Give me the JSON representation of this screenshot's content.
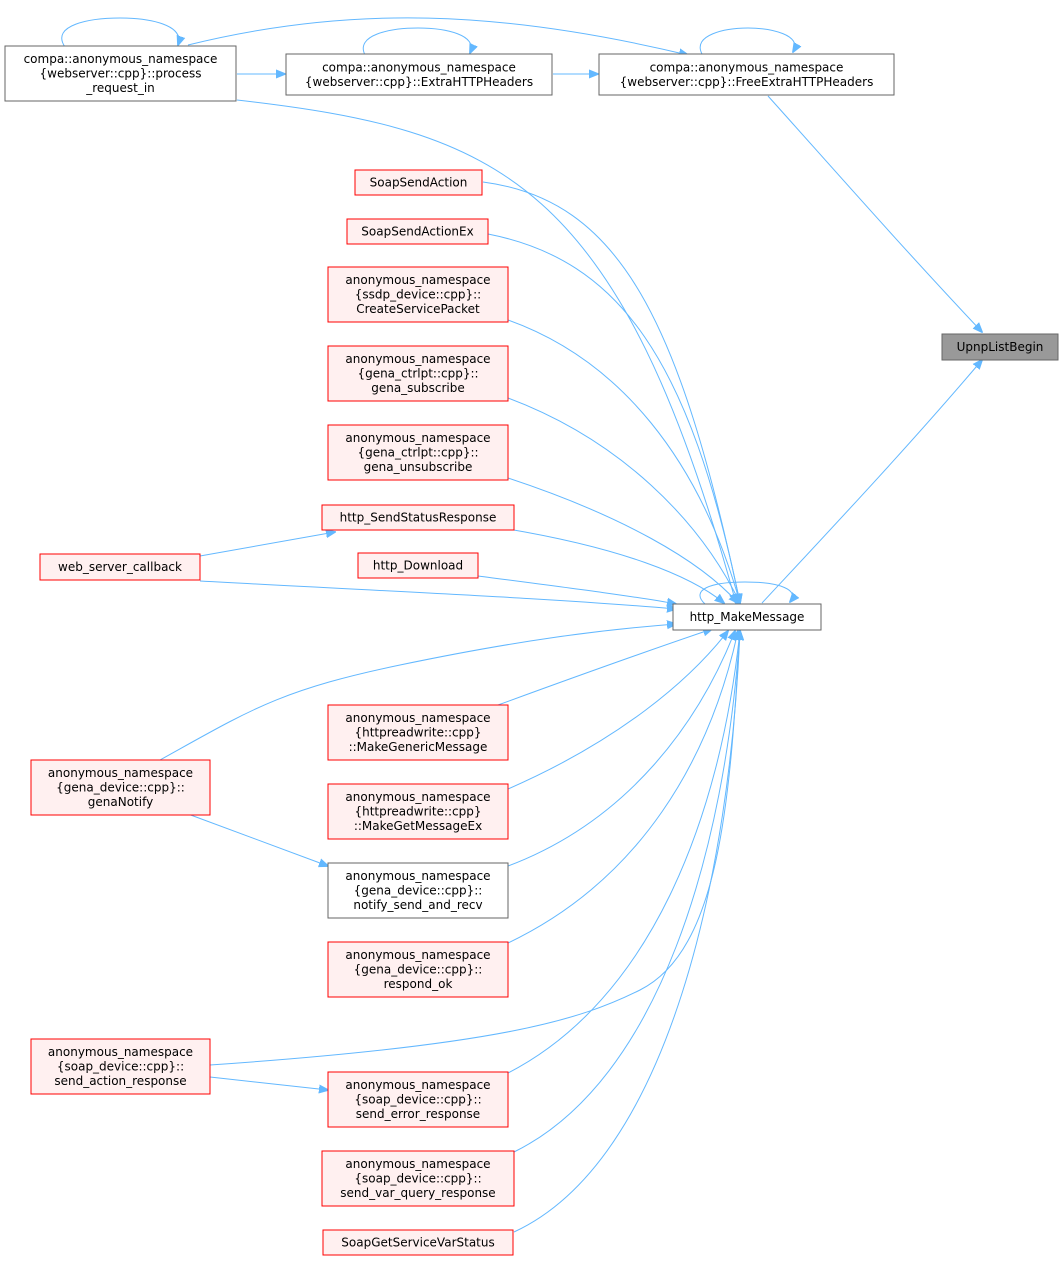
{
  "colors": {
    "edge": "#63b8ff",
    "grey_fill": "#ffffff",
    "grey_stroke": "#666666",
    "red_fill": "#fff0f0",
    "red_stroke": "#ff0000",
    "focus_fill": "#999999",
    "focus_stroke": "#666666"
  },
  "nodes": {
    "upnp_list_begin": {
      "lines": [
        "UpnpListBegin"
      ],
      "style": "focus"
    },
    "free_extra_http_headers": {
      "lines": [
        "compa::anonymous_namespace",
        "{webserver::cpp}::FreeExtraHTTPHeaders"
      ],
      "style": "grey"
    },
    "extra_http_headers": {
      "lines": [
        "compa::anonymous_namespace",
        "{webserver::cpp}::ExtraHTTPHeaders"
      ],
      "style": "grey"
    },
    "process_request_in": {
      "lines": [
        "compa::anonymous_namespace",
        "{webserver::cpp}::process",
        "_request_in"
      ],
      "style": "grey"
    },
    "http_make_message": {
      "lines": [
        "http_MakeMessage"
      ],
      "style": "grey"
    },
    "soap_send_action": {
      "lines": [
        "SoapSendAction"
      ],
      "style": "red"
    },
    "soap_send_action_ex": {
      "lines": [
        "SoapSendActionEx"
      ],
      "style": "red"
    },
    "create_service_packet": {
      "lines": [
        "anonymous_namespace",
        "{ssdp_device::cpp}::",
        "CreateServicePacket"
      ],
      "style": "red"
    },
    "gena_subscribe": {
      "lines": [
        "anonymous_namespace",
        "{gena_ctrlpt::cpp}::",
        "gena_subscribe"
      ],
      "style": "red"
    },
    "gena_unsubscribe": {
      "lines": [
        "anonymous_namespace",
        "{gena_ctrlpt::cpp}::",
        "gena_unsubscribe"
      ],
      "style": "red"
    },
    "http_send_status_response": {
      "lines": [
        "http_SendStatusResponse"
      ],
      "style": "red"
    },
    "web_server_callback": {
      "lines": [
        "web_server_callback"
      ],
      "style": "red"
    },
    "http_download": {
      "lines": [
        "http_Download"
      ],
      "style": "red"
    },
    "make_generic_message": {
      "lines": [
        "anonymous_namespace",
        "{httpreadwrite::cpp}",
        "::MakeGenericMessage"
      ],
      "style": "red"
    },
    "gena_notify": {
      "lines": [
        "anonymous_namespace",
        "{gena_device::cpp}::",
        "genaNotify"
      ],
      "style": "red"
    },
    "make_get_message_ex": {
      "lines": [
        "anonymous_namespace",
        "{httpreadwrite::cpp}",
        "::MakeGetMessageEx"
      ],
      "style": "red"
    },
    "notify_send_and_recv": {
      "lines": [
        "anonymous_namespace",
        "{gena_device::cpp}::",
        "notify_send_and_recv"
      ],
      "style": "grey"
    },
    "respond_ok": {
      "lines": [
        "anonymous_namespace",
        "{gena_device::cpp}::",
        "respond_ok"
      ],
      "style": "red"
    },
    "send_action_response": {
      "lines": [
        "anonymous_namespace",
        "{soap_device::cpp}::",
        "send_action_response"
      ],
      "style": "red"
    },
    "send_error_response": {
      "lines": [
        "anonymous_namespace",
        "{soap_device::cpp}::",
        "send_error_response"
      ],
      "style": "red"
    },
    "send_var_query_response": {
      "lines": [
        "anonymous_namespace",
        "{soap_device::cpp}::",
        "send_var_query_response"
      ],
      "style": "red"
    },
    "soap_get_service_var_status": {
      "lines": [
        "SoapGetServiceVarStatus"
      ],
      "style": "red"
    }
  },
  "edges": [
    [
      "process_request_in",
      "process_request_in"
    ],
    [
      "process_request_in",
      "free_extra_http_headers"
    ],
    [
      "process_request_in",
      "extra_http_headers"
    ],
    [
      "process_request_in",
      "http_make_message"
    ],
    [
      "extra_http_headers",
      "extra_http_headers"
    ],
    [
      "extra_http_headers",
      "free_extra_http_headers"
    ],
    [
      "free_extra_http_headers",
      "free_extra_http_headers"
    ],
    [
      "free_extra_http_headers",
      "upnp_list_begin"
    ],
    [
      "http_make_message",
      "upnp_list_begin"
    ],
    [
      "http_make_message",
      "http_make_message"
    ],
    [
      "soap_send_action",
      "http_make_message"
    ],
    [
      "soap_send_action_ex",
      "http_make_message"
    ],
    [
      "create_service_packet",
      "http_make_message"
    ],
    [
      "gena_subscribe",
      "http_make_message"
    ],
    [
      "gena_unsubscribe",
      "http_make_message"
    ],
    [
      "http_send_status_response",
      "http_make_message"
    ],
    [
      "web_server_callback",
      "http_send_status_response"
    ],
    [
      "web_server_callback",
      "http_make_message"
    ],
    [
      "http_download",
      "http_make_message"
    ],
    [
      "gena_notify",
      "http_make_message"
    ],
    [
      "make_generic_message",
      "http_make_message"
    ],
    [
      "make_get_message_ex",
      "http_make_message"
    ],
    [
      "gena_notify",
      "notify_send_and_recv"
    ],
    [
      "notify_send_and_recv",
      "http_make_message"
    ],
    [
      "respond_ok",
      "http_make_message"
    ],
    [
      "send_action_response",
      "http_make_message"
    ],
    [
      "send_action_response",
      "send_error_response"
    ],
    [
      "send_error_response",
      "http_make_message"
    ],
    [
      "send_var_query_response",
      "http_make_message"
    ],
    [
      "soap_get_service_var_status",
      "http_make_message"
    ]
  ]
}
